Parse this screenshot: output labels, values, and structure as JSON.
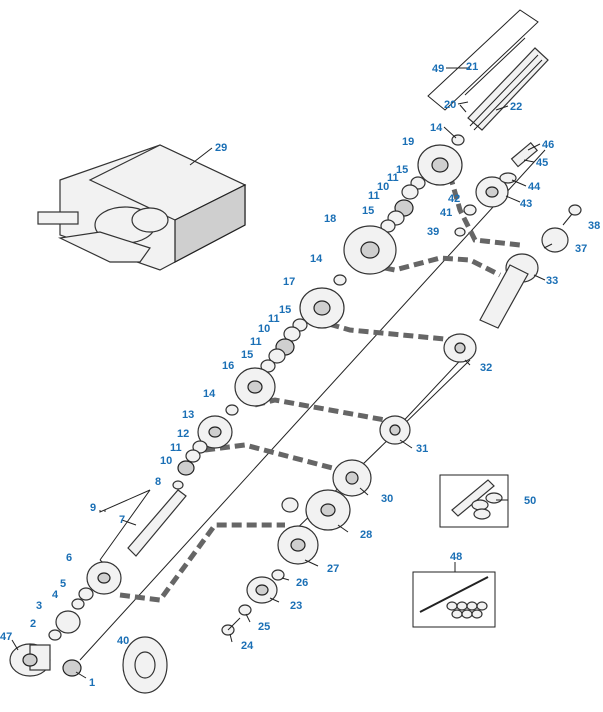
{
  "colors": {
    "callout": "#1a6fb5",
    "line": "#222222",
    "flow": "#666666"
  },
  "callouts": [
    {
      "id": "c49",
      "label": "49"
    },
    {
      "id": "c21",
      "label": "21"
    },
    {
      "id": "c20",
      "label": "20"
    },
    {
      "id": "c22",
      "label": "22"
    },
    {
      "id": "c14a",
      "label": "14"
    },
    {
      "id": "c19",
      "label": "19"
    },
    {
      "id": "c46",
      "label": "46"
    },
    {
      "id": "c45",
      "label": "45"
    },
    {
      "id": "c15a",
      "label": "15"
    },
    {
      "id": "c11a",
      "label": "11"
    },
    {
      "id": "c10a",
      "label": "10"
    },
    {
      "id": "c44",
      "label": "44"
    },
    {
      "id": "c42",
      "label": "42"
    },
    {
      "id": "c43",
      "label": "43"
    },
    {
      "id": "c11b",
      "label": "11"
    },
    {
      "id": "c15b",
      "label": "15"
    },
    {
      "id": "c41",
      "label": "41"
    },
    {
      "id": "c18",
      "label": "18"
    },
    {
      "id": "c39",
      "label": "39"
    },
    {
      "id": "c38",
      "label": "38"
    },
    {
      "id": "c37",
      "label": "37"
    },
    {
      "id": "c29",
      "label": "29"
    },
    {
      "id": "c14b",
      "label": "14"
    },
    {
      "id": "c33",
      "label": "33"
    },
    {
      "id": "c17",
      "label": "17"
    },
    {
      "id": "c15c",
      "label": "15"
    },
    {
      "id": "c11c",
      "label": "11"
    },
    {
      "id": "c10b",
      "label": "10"
    },
    {
      "id": "c11d",
      "label": "11"
    },
    {
      "id": "c15d",
      "label": "15"
    },
    {
      "id": "c16",
      "label": "16"
    },
    {
      "id": "c32",
      "label": "32"
    },
    {
      "id": "c14c",
      "label": "14"
    },
    {
      "id": "c13",
      "label": "13"
    },
    {
      "id": "c12",
      "label": "12"
    },
    {
      "id": "c11e",
      "label": "11"
    },
    {
      "id": "c31",
      "label": "31"
    },
    {
      "id": "c10c",
      "label": "10"
    },
    {
      "id": "c8",
      "label": "8"
    },
    {
      "id": "c30",
      "label": "30"
    },
    {
      "id": "c50",
      "label": "50"
    },
    {
      "id": "c9",
      "label": "9"
    },
    {
      "id": "c7",
      "label": "7"
    },
    {
      "id": "c28",
      "label": "28"
    },
    {
      "id": "c6",
      "label": "6"
    },
    {
      "id": "c27",
      "label": "27"
    },
    {
      "id": "c5",
      "label": "5"
    },
    {
      "id": "c26",
      "label": "26"
    },
    {
      "id": "c4",
      "label": "4"
    },
    {
      "id": "c48",
      "label": "48"
    },
    {
      "id": "c3",
      "label": "3"
    },
    {
      "id": "c23",
      "label": "23"
    },
    {
      "id": "c2",
      "label": "2"
    },
    {
      "id": "c25",
      "label": "25"
    },
    {
      "id": "c47",
      "label": "47"
    },
    {
      "id": "c40",
      "label": "40"
    },
    {
      "id": "c24",
      "label": "24"
    },
    {
      "id": "c1",
      "label": "1"
    }
  ]
}
